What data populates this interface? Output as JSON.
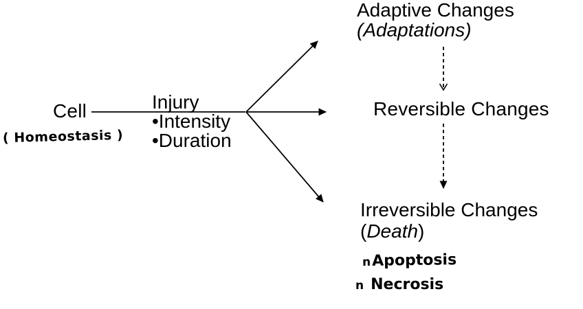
{
  "colors": {
    "ink": "#000000",
    "background": "#ffffff"
  },
  "diagram": {
    "cell": {
      "label": "Cell",
      "annotation": "( Homeostasis )"
    },
    "injury": {
      "label": "Injury",
      "bullets": [
        "•Intensity",
        "•Duration"
      ]
    },
    "outcomes": {
      "adaptive": {
        "title": "Adaptive Changes",
        "subtitle": "(Adaptations)"
      },
      "reversible": {
        "title": "Reversible Changes"
      },
      "irreversible": {
        "title": "Irreversible Changes",
        "paren_open": "(",
        "subtitle_word": "Death",
        "paren_close": ")"
      },
      "notes": [
        {
          "bullet": "n",
          "label": "Apoptosis"
        },
        {
          "bullet": "n",
          "label": "Necrosis"
        }
      ]
    }
  }
}
